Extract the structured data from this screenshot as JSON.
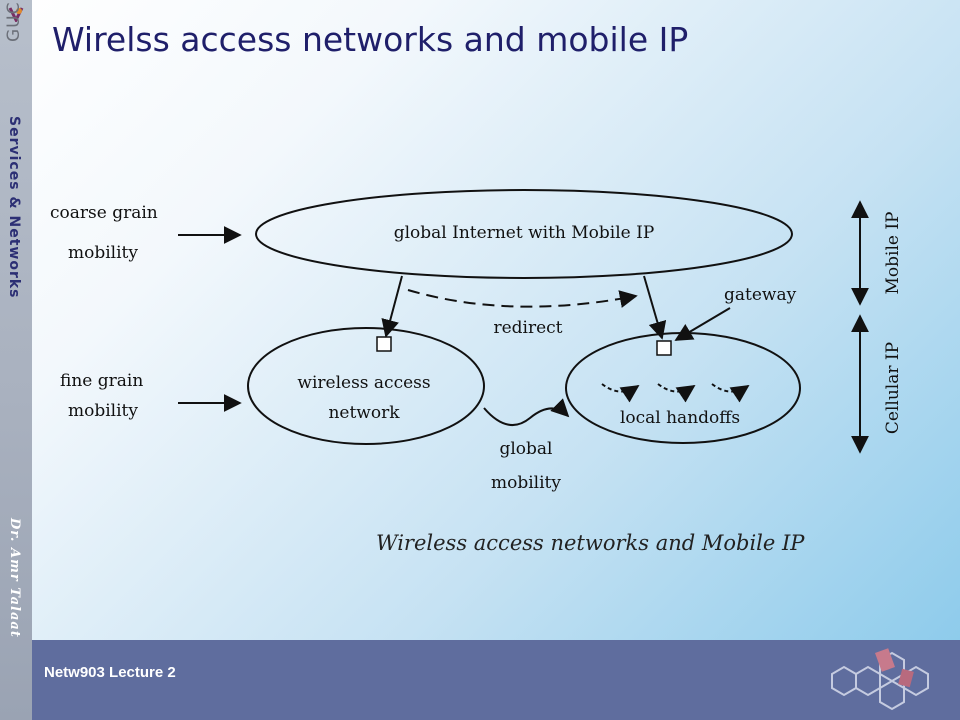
{
  "sidebar": {
    "logo_text": "GUC",
    "course": "Services & Networks",
    "author": "Dr. Amr Talaat"
  },
  "title": "Wirelss access networks and mobile IP",
  "diagram": {
    "coarse_line1": "coarse grain",
    "coarse_line2": "mobility",
    "fine_line1": "fine grain",
    "fine_line2": "mobility",
    "global_internet": "global Internet with Mobile IP",
    "redirect": "redirect",
    "gateway": "gateway",
    "wireless_line1": "wireless access",
    "wireless_line2": "network",
    "local_handoffs": "local handoffs",
    "global_line1": "global",
    "global_line2": "mobility",
    "mobile_ip": "Mobile IP",
    "cellular_ip": "Cellular IP",
    "caption": "Wireless access networks and Mobile IP"
  },
  "footer": {
    "lecture": "Netw903 Lecture 2"
  }
}
